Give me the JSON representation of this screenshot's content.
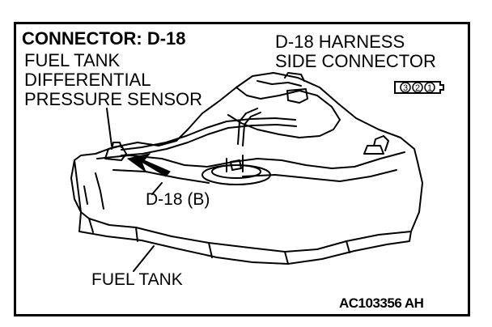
{
  "connector_title": "CONNECTOR: D-18",
  "sensor_label": [
    "FUEL TANK",
    "DIFFERENTIAL",
    "PRESSURE SENSOR"
  ],
  "harness_label": [
    "D-18 HARNESS",
    "SIDE CONNECTOR"
  ],
  "connector_pins": [
    "3",
    "2",
    "1"
  ],
  "connector_ref": "D-18 (B)",
  "tank_label": "FUEL TANK",
  "figure_code": "AC103356 AH"
}
